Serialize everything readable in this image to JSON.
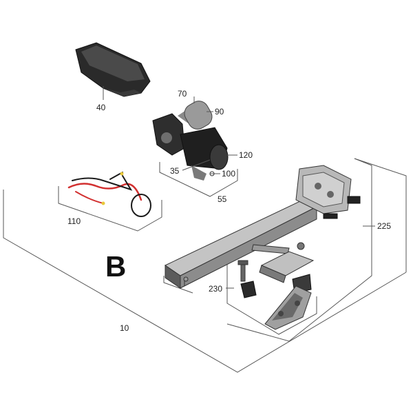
{
  "diagram": {
    "section_letter": "B",
    "callouts": {
      "c40": "40",
      "c70": "70",
      "c90": "90",
      "c120": "120",
      "c35": "35",
      "c100": "100",
      "c55": "55",
      "c110": "110",
      "c225": "225",
      "c230": "230",
      "c10": "10"
    },
    "colors": {
      "line": "#555555",
      "part_dark": "#2a2a2a",
      "part_mid": "#6e6e6e",
      "part_light": "#a8a8a8",
      "wire_red": "#d23030",
      "wire_black": "#1a1a1a",
      "wire_yellow": "#e8c83a"
    }
  }
}
